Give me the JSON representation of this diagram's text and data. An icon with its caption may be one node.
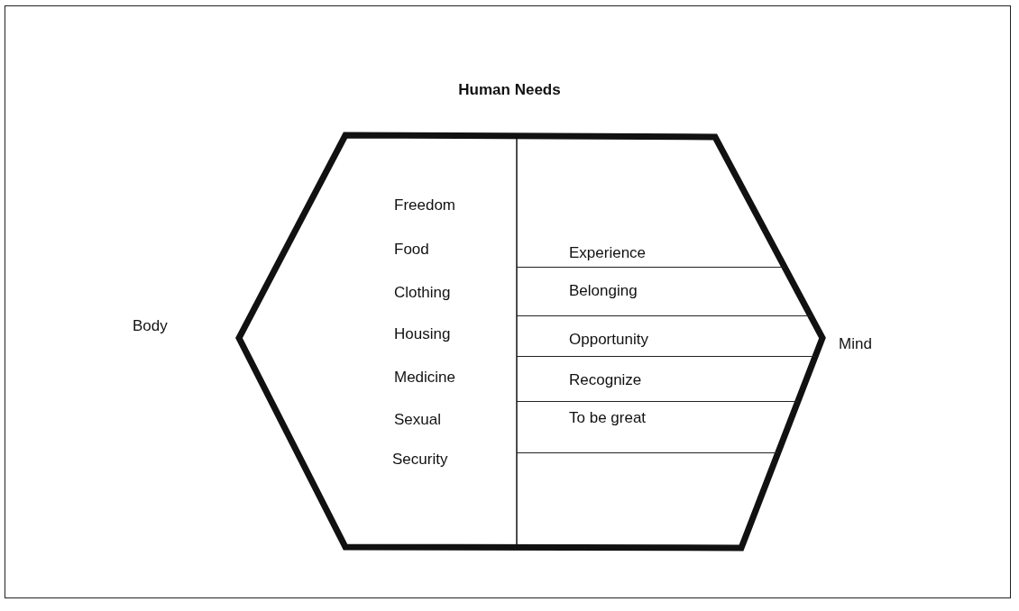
{
  "diagram": {
    "title": "Human Needs",
    "nodes": [
      {
        "text": [],
        "shape": "hexagon"
      },
      {
        "text": [
          "Experience"
        ],
        "in": 0
      },
      {
        "text": [
          "Belonging"
        ],
        "in": 0
      },
      {
        "text": [
          "Opportunity"
        ],
        "in": 0
      },
      {
        "text": [
          "Recognize"
        ],
        "in": 0
      },
      {
        "text": [
          "To be great"
        ],
        "in": 0
      }
    ],
    "edges": [],
    "labels": [
      "Freedom",
      "Food",
      "Clothing",
      "Body",
      "Housing",
      "Mind",
      "Medicine",
      "Sexual",
      "Security"
    ]
  }
}
